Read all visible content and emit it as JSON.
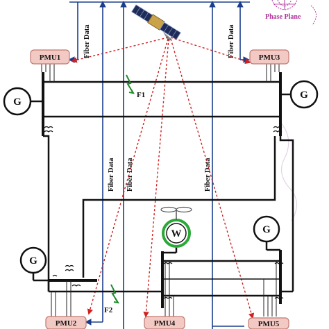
{
  "pmus": {
    "pmu1": "PMU1",
    "pmu2": "PMU2",
    "pmu3": "PMU3",
    "pmu4": "PMU4",
    "pmu5": "PMU5"
  },
  "fiber_label": "Fiber Data",
  "phase_plane_label": "Phase Plane",
  "faults": {
    "f1": "F1",
    "f2": "F2"
  },
  "generator_symbol": "G",
  "wind_symbol": "W",
  "colors": {
    "pmu_fill": "#f3c9c4",
    "pmu_border": "#c07a72",
    "fiber_line": "#1a3e8c",
    "gps_link": "#d21f1f",
    "fault_mark": "#1f8a2a",
    "wind_ring": "#2aa838",
    "phase_plane": "#b0339a"
  },
  "icons": [
    "satellite-icon",
    "generator-icon",
    "wind-turbine-icon",
    "lightning-fault-icon",
    "phase-plane-icon"
  ]
}
